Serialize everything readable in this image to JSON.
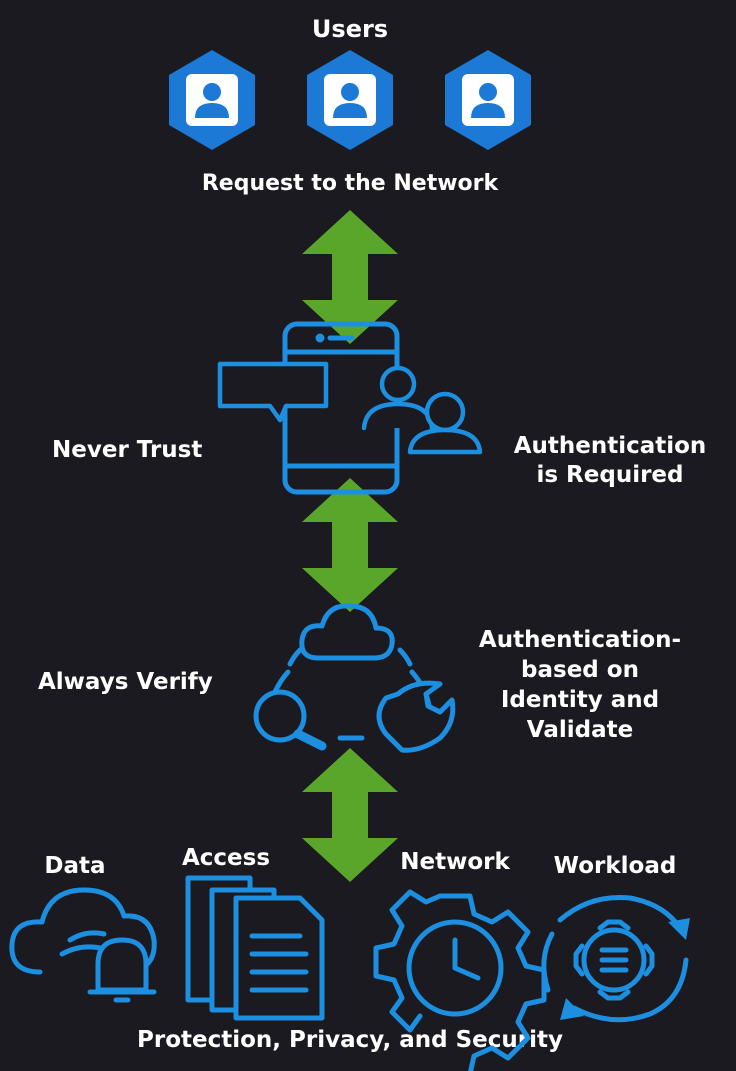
{
  "top": {
    "users_label": "Users",
    "request_label": "Request to the Network"
  },
  "stage1": {
    "left_label": "Never Trust",
    "right_label_line1": "Authentication",
    "right_label_line2": "is Required"
  },
  "stage2": {
    "left_label": "Always Verify",
    "right_label_line1": "Authentication-",
    "right_label_line2": "based on",
    "right_label_line3": "Identity and",
    "right_label_line4": "Validate"
  },
  "bottom": {
    "data_label": "Data",
    "access_label": "Access",
    "network_label": "Network",
    "workload_label": "Workload",
    "footer_label": "Protection, Privacy, and Security"
  },
  "icons": [
    "user-icon",
    "phone-icon",
    "chat-bubble-icon",
    "people-icon",
    "cloud-icon",
    "magnifier-icon",
    "wrench-icon",
    "cloud-bell-icon",
    "documents-icon",
    "gear-clock-icon",
    "gear-cycle-icon",
    "double-arrow-icon"
  ],
  "colors": {
    "background": "#1b1a20",
    "icon_blue": "#1c8fe0",
    "user_hex_blue": "#1c79d6",
    "arrow_green": "#5aa62a",
    "text": "#ffffff"
  }
}
